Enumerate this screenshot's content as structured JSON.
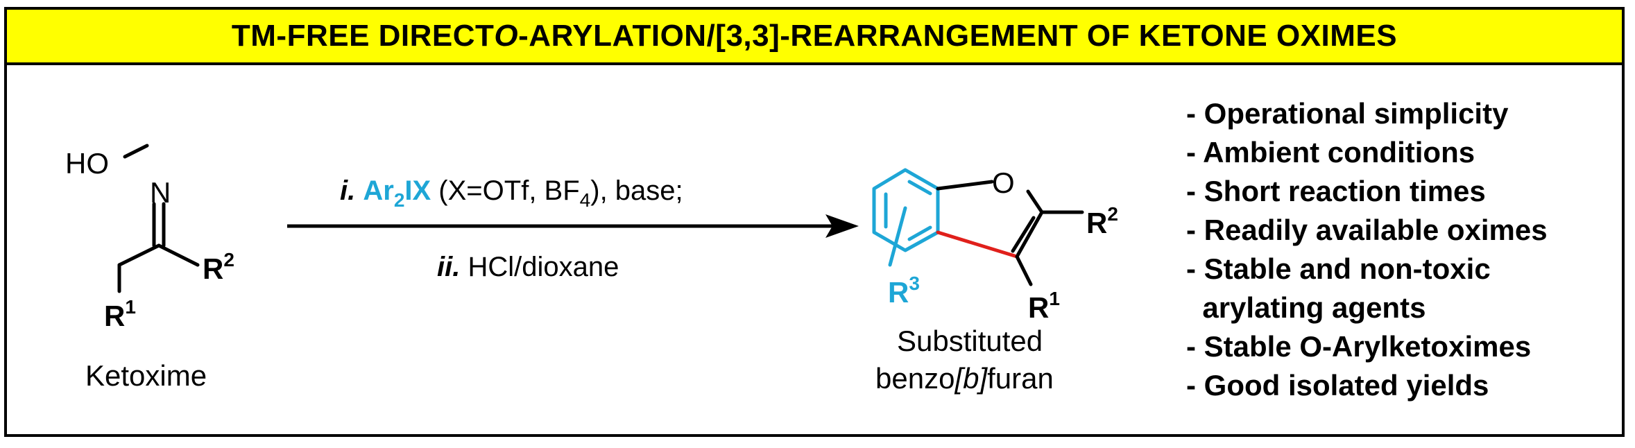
{
  "title": {
    "part1": "TM-FREE DIRECT ",
    "part2_italic": "O",
    "part3": "-ARYLATION/[3,3]-REARRANGEMENT  OF KETONE OXIMES"
  },
  "starting_material": {
    "ho_label": "HO",
    "n_label": "N",
    "r2_label": "R",
    "r2_sup": "2",
    "r1_label": "R",
    "r1_sup": "1",
    "name": "Ketoxime"
  },
  "conditions": {
    "step1_roman": "i.",
    "reagent_main": "Ar",
    "reagent_sub": "2",
    "reagent_tail": "IX",
    "step1_rest_a": " (X=OTf, BF",
    "step1_rest_sub": "4",
    "step1_rest_b": "), base;",
    "step2_roman": "ii.",
    "step2_text": " HCl/dioxane"
  },
  "product": {
    "o_label": "O",
    "r2_label": "R",
    "r2_sup": "2",
    "r1_label": "R",
    "r1_sup": "1",
    "r3_label": "R",
    "r3_sup": "3",
    "name_line1": "Substituted",
    "name_line2_a": "benzo",
    "name_line2_italic": "[b]",
    "name_line2_b": "furan"
  },
  "benefits": [
    "- Operational simplicity",
    "- Ambient conditions",
    "- Short reaction times",
    "- Readily available oximes",
    "- Stable and non-toxic",
    "  arylating agents",
    "- Stable O-Arylketoximes",
    "- Good isolated yields"
  ],
  "colors": {
    "banner": "#ffff00",
    "aryl": "#1ea6d6",
    "new_bond": "#e0201b",
    "ink": "#000000"
  }
}
